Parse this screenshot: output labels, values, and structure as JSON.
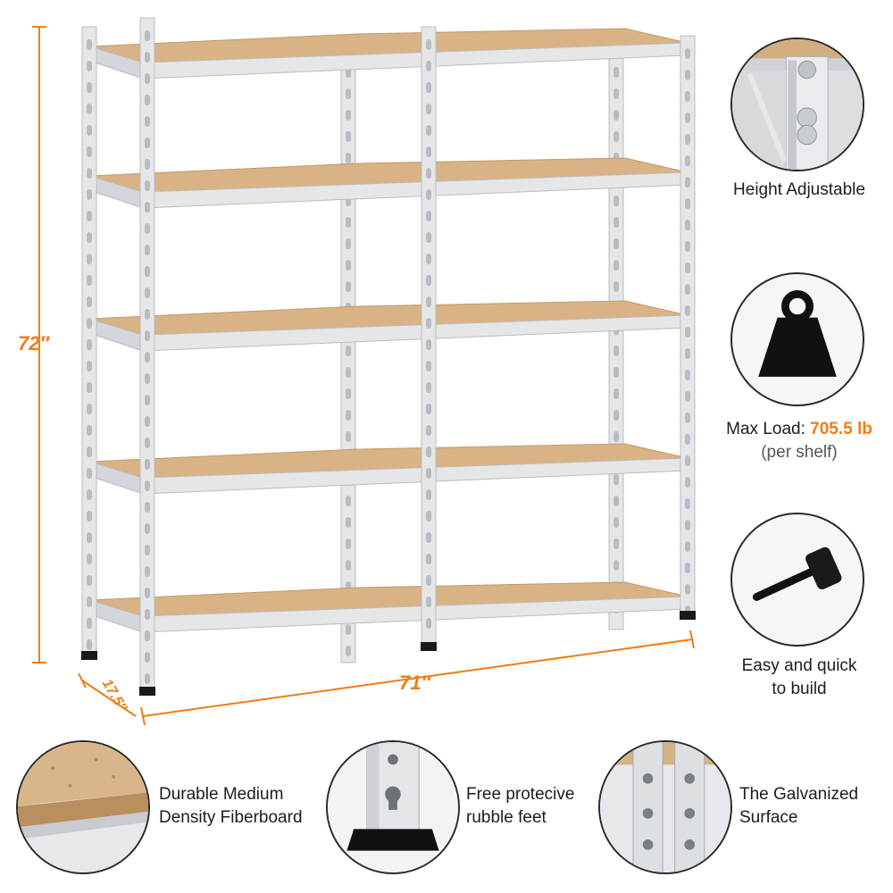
{
  "colors": {
    "accent": "#f07d14",
    "board": "#d9b385",
    "board_edge": "#c49a68",
    "metal": "#e4e6e8",
    "metal_shade": "#b9bdc2",
    "foot": "#1a1a1a"
  },
  "dimensions": {
    "height": "72″",
    "width": "71″",
    "depth": "17.5″"
  },
  "features": {
    "height_adjustable": {
      "label": "Height Adjustable",
      "icon": "bolt-slot-closeup-icon"
    },
    "max_load": {
      "label": "Max Load: ",
      "value": "705.5 lb",
      "note": "(per shelf)",
      "icon": "weight-icon"
    },
    "easy_build": {
      "line1": "Easy and quick",
      "line2": "to build",
      "icon": "mallet-icon"
    },
    "fiberboard": {
      "line1": "Durable Medium",
      "line2": "Density Fiberboard",
      "icon": "fiberboard-closeup-icon"
    },
    "feet": {
      "line1": "Free protecive",
      "line2": "rubble feet",
      "icon": "rubber-foot-closeup-icon"
    },
    "galvanized": {
      "line1": "The Galvanized",
      "line2": "Surface",
      "icon": "galvanized-post-closeup-icon"
    }
  }
}
